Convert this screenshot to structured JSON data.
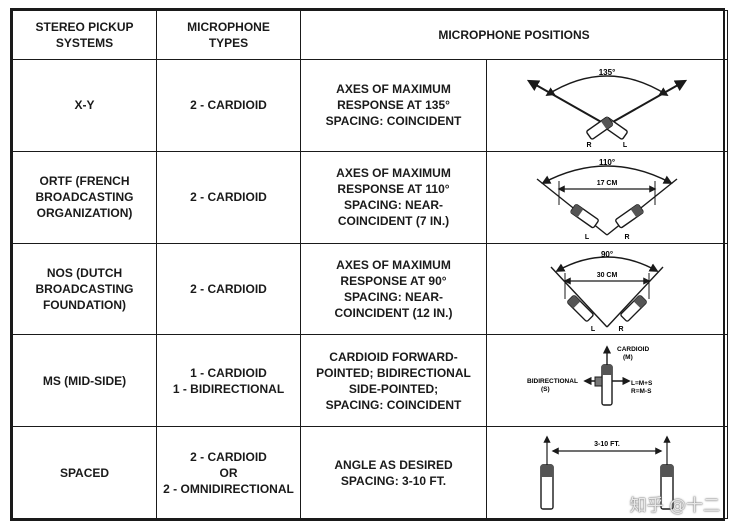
{
  "headers": {
    "systems": "STEREO PICKUP\nSYSTEMS",
    "types": "MICROPHONE\nTYPES",
    "positions": "MICROPHONE POSITIONS"
  },
  "rows": [
    {
      "system": "X-Y",
      "types": "2 - CARDIOID",
      "description": "AXES OF MAXIMUM\nRESPONSE AT 135°\nSPACING: COINCIDENT",
      "diagram": {
        "angle_label": "135°",
        "mic_labels": [
          "R",
          "L"
        ]
      }
    },
    {
      "system": "ORTF (FRENCH\nBROADCASTING\nORGANIZATION)",
      "types": "2 - CARDIOID",
      "description": "AXES OF MAXIMUM\nRESPONSE AT 110°\nSPACING: NEAR-\nCOINCIDENT (7 IN.)",
      "diagram": {
        "angle_label": "110°",
        "spacing_label": "17 cm",
        "mic_labels": [
          "L",
          "R"
        ]
      }
    },
    {
      "system": "NOS (DUTCH\nBROADCASTING\nFOUNDATION)",
      "types": "2 - CARDIOID",
      "description": "AXES OF MAXIMUM\nRESPONSE AT 90°\nSPACING: NEAR-\nCOINCIDENT (12 IN.)",
      "diagram": {
        "angle_label": "90°",
        "spacing_label": "30 cm",
        "mic_labels": [
          "L",
          "R"
        ]
      }
    },
    {
      "system": "MS (MID-SIDE)",
      "types": "1 - CARDIOID\n1 - BIDIRECTIONAL",
      "description": "CARDIOID FORWARD-\nPOINTED; BIDIRECTIONAL\nSIDE-POINTED;\nSPACING: COINCIDENT",
      "diagram": {
        "cardioid_label": "CARDIOID\n(M)",
        "bidir_label": "BIDIRECTIONAL\n(S)",
        "eq1": "L=M+S",
        "eq2": "R=M-S"
      }
    },
    {
      "system": "SPACED",
      "types": "2 - CARDIOID\nOR\n2 - OMNIDIRECTIONAL",
      "description": "ANGLE AS DESIRED\nSPACING: 3-10 FT.",
      "diagram": {
        "spacing_label": "3-10 ft."
      }
    }
  ],
  "watermark": "知乎 @十二"
}
